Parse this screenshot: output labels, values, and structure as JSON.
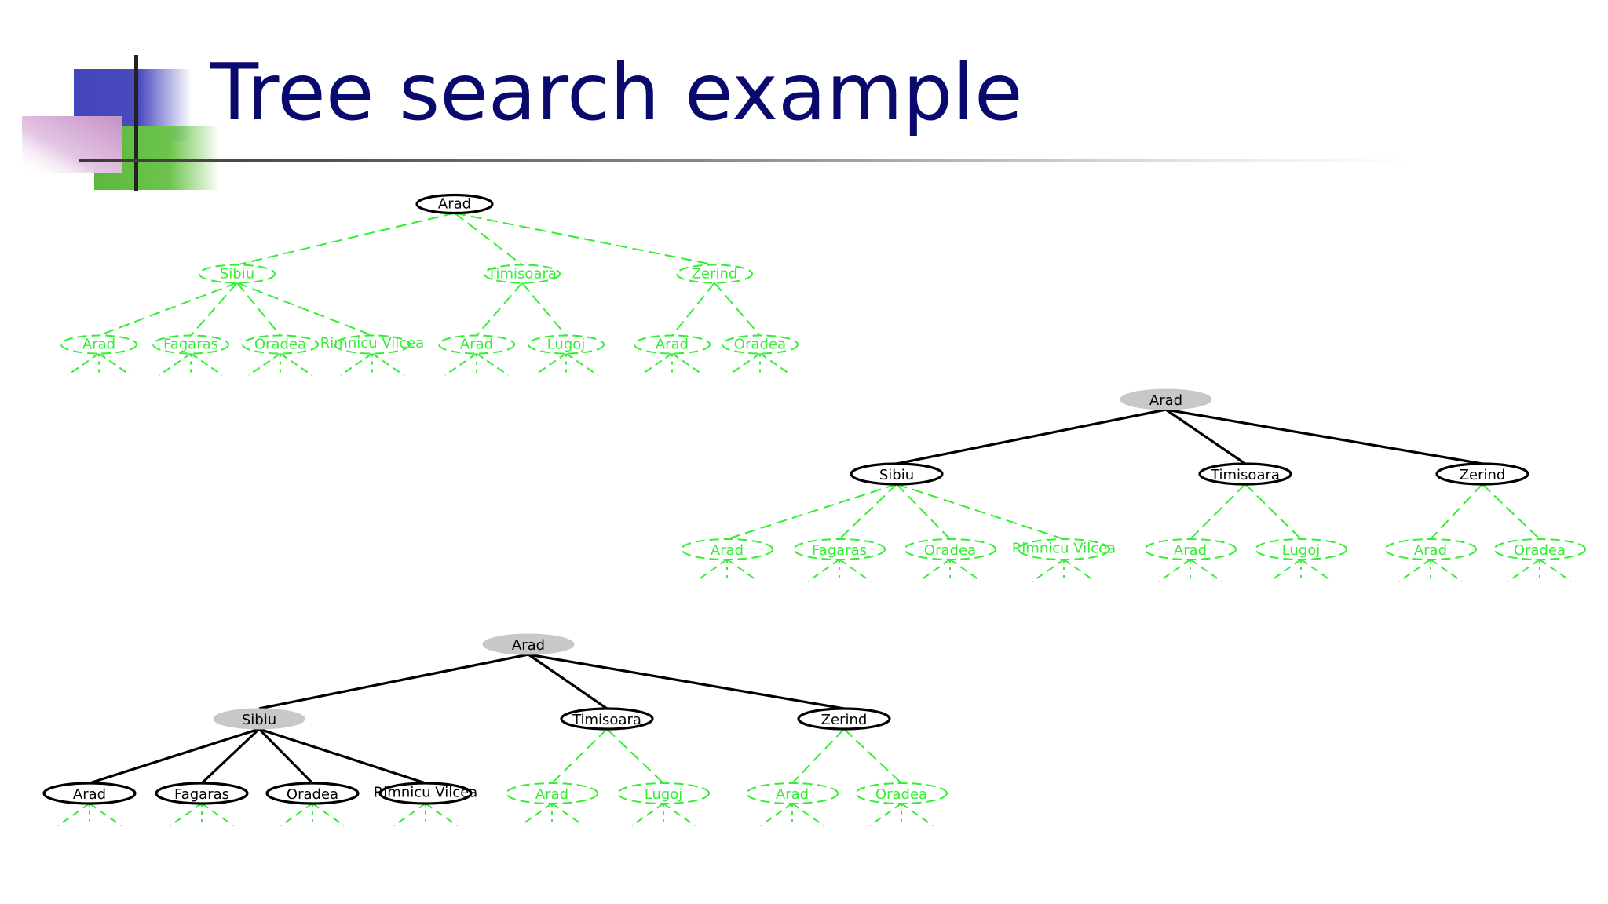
{
  "title": "Tree search example",
  "colors": {
    "title": "#0a0a6e",
    "frontier": "#33ee33",
    "expanded": "#000000",
    "visited_fill": "#c8c8c8",
    "logo_blue": "#4646bb",
    "logo_green": "#5cb83c",
    "logo_pink": "#cc99cc"
  },
  "trees": [
    {
      "name": "tree-step-1",
      "root": {
        "label": "Arad",
        "state": "frontier",
        "children": [
          {
            "label": "Sibiu",
            "state": "unexpanded",
            "children": [
              {
                "label": "Arad",
                "state": "unexpanded"
              },
              {
                "label": "Fagaras",
                "state": "unexpanded"
              },
              {
                "label": "Oradea",
                "state": "unexpanded"
              },
              {
                "label": "Rimnicu Vilcea",
                "state": "unexpanded"
              }
            ]
          },
          {
            "label": "Timisoara",
            "state": "unexpanded",
            "children": [
              {
                "label": "Arad",
                "state": "unexpanded"
              },
              {
                "label": "Lugoj",
                "state": "unexpanded"
              }
            ]
          },
          {
            "label": "Zerind",
            "state": "unexpanded",
            "children": [
              {
                "label": "Arad",
                "state": "unexpanded"
              },
              {
                "label": "Oradea",
                "state": "unexpanded"
              }
            ]
          }
        ]
      }
    },
    {
      "name": "tree-step-2",
      "root": {
        "label": "Arad",
        "state": "expanded",
        "children": [
          {
            "label": "Sibiu",
            "state": "frontier",
            "children": [
              {
                "label": "Arad",
                "state": "unexpanded"
              },
              {
                "label": "Fagaras",
                "state": "unexpanded"
              },
              {
                "label": "Oradea",
                "state": "unexpanded"
              },
              {
                "label": "Rimnicu Vilcea",
                "state": "unexpanded"
              }
            ]
          },
          {
            "label": "Timisoara",
            "state": "frontier",
            "children": [
              {
                "label": "Arad",
                "state": "unexpanded"
              },
              {
                "label": "Lugoj",
                "state": "unexpanded"
              }
            ]
          },
          {
            "label": "Zerind",
            "state": "frontier",
            "children": [
              {
                "label": "Arad",
                "state": "unexpanded"
              },
              {
                "label": "Oradea",
                "state": "unexpanded"
              }
            ]
          }
        ]
      }
    },
    {
      "name": "tree-step-3",
      "root": {
        "label": "Arad",
        "state": "expanded",
        "children": [
          {
            "label": "Sibiu",
            "state": "expanded",
            "children": [
              {
                "label": "Arad",
                "state": "frontier"
              },
              {
                "label": "Fagaras",
                "state": "frontier"
              },
              {
                "label": "Oradea",
                "state": "frontier"
              },
              {
                "label": "Rimnicu Vilcea",
                "state": "frontier"
              }
            ]
          },
          {
            "label": "Timisoara",
            "state": "frontier",
            "children": [
              {
                "label": "Arad",
                "state": "unexpanded"
              },
              {
                "label": "Lugoj",
                "state": "unexpanded"
              }
            ]
          },
          {
            "label": "Zerind",
            "state": "frontier",
            "children": [
              {
                "label": "Arad",
                "state": "unexpanded"
              },
              {
                "label": "Oradea",
                "state": "unexpanded"
              }
            ]
          }
        ]
      }
    }
  ]
}
